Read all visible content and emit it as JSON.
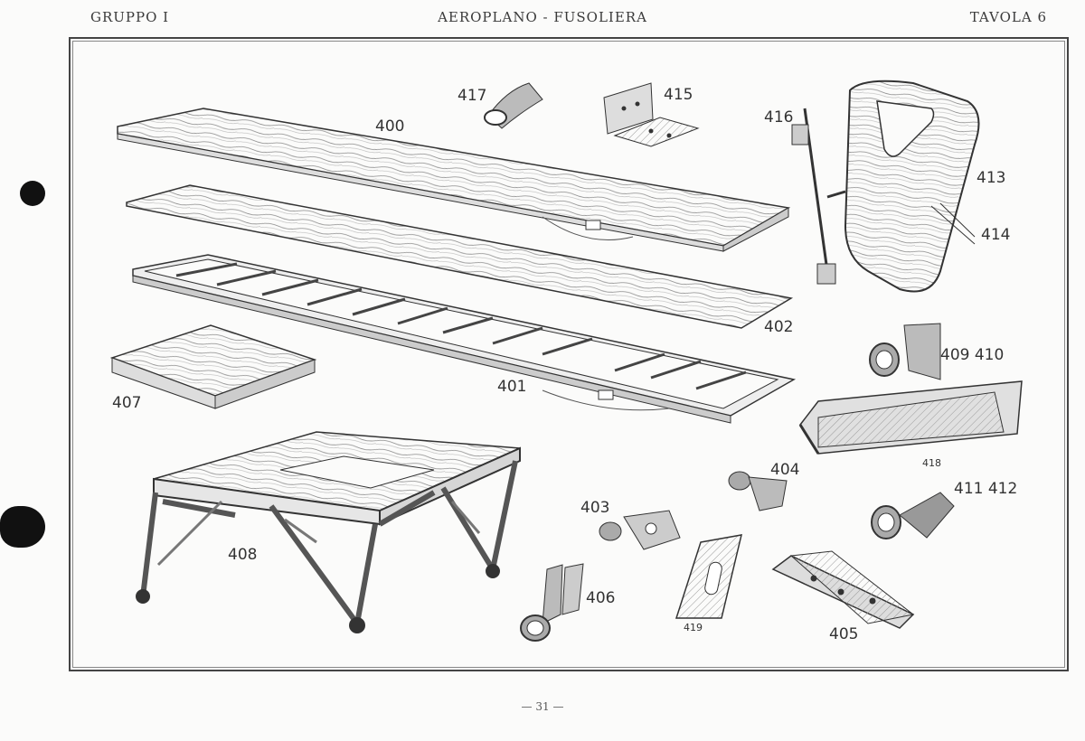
{
  "header": {
    "left": "GRUPPO I",
    "center": "AEROPLANO - FUSOLIERA",
    "right": "TAVOLA 6"
  },
  "labels": {
    "p400": "400",
    "p401": "401",
    "p402": "402",
    "p403": "403",
    "p404": "404",
    "p405": "405",
    "p406": "406",
    "p407": "407",
    "p408": "408",
    "p409_410": "409 410",
    "p411_412": "411 412",
    "p413": "413",
    "p414": "414",
    "p415": "415",
    "p416": "416",
    "p417": "417",
    "p418": "418",
    "p419": "419"
  },
  "footer": {
    "page_number": "— 31 —"
  }
}
